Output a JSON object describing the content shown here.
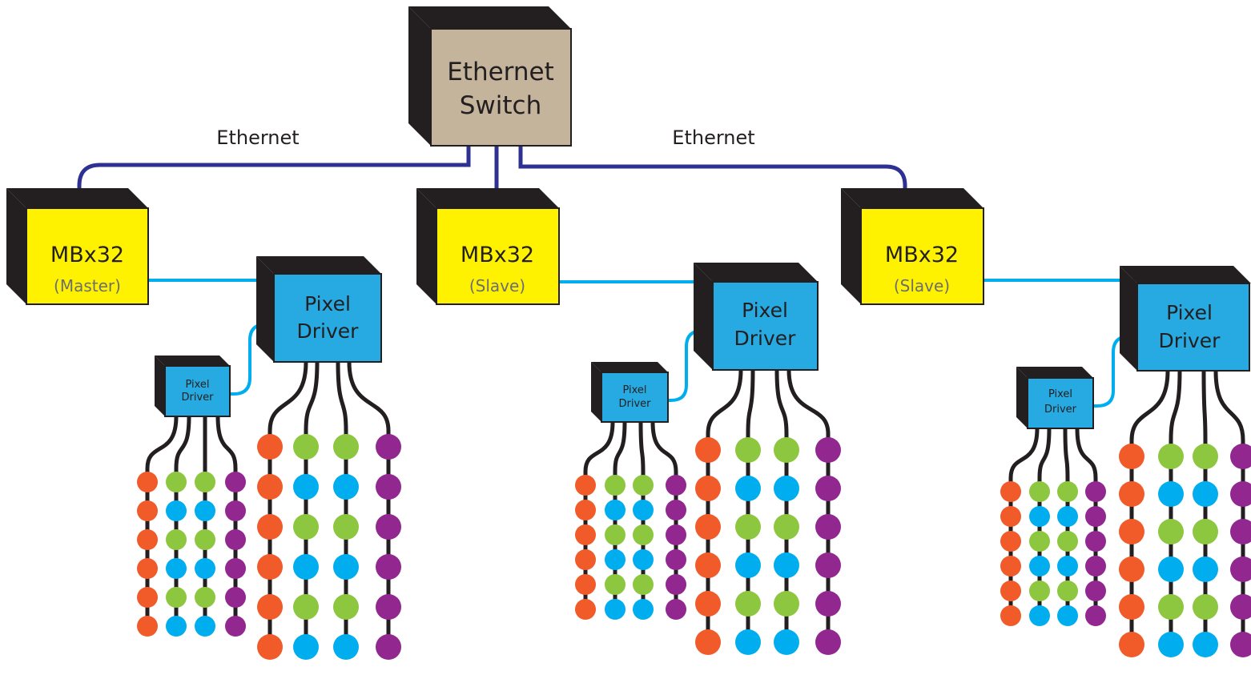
{
  "switch": {
    "line1": "Ethernet",
    "line2": "Switch"
  },
  "ethernet_labels": [
    "Ethernet",
    "Ethernet"
  ],
  "controllers": [
    {
      "title": "MBx32",
      "role": "(Master)"
    },
    {
      "title": "MBx32",
      "role": "(Slave)"
    },
    {
      "title": "MBx32",
      "role": "(Slave)"
    }
  ],
  "pixel_driver": {
    "line1": "Pixel",
    "line2": "Driver"
  },
  "pixel_strings": {
    "big": [
      "orange",
      "first-green-then-blue",
      "first-green-then-blue",
      "purple"
    ],
    "small": [
      "orange",
      "alternating-green-blue",
      "alternating-green-blue",
      "purple"
    ]
  },
  "colors": {
    "switch_face": "#c4b49c",
    "controller_face": "#fff200",
    "driver_face": "#27aae1",
    "box_side": "#231f20",
    "ethernet_cable": "#2e3192",
    "data_cable": "#00aeef",
    "orange": "#f15a29",
    "green": "#8dc63f",
    "blue": "#00aeef",
    "purple": "#92278f"
  }
}
